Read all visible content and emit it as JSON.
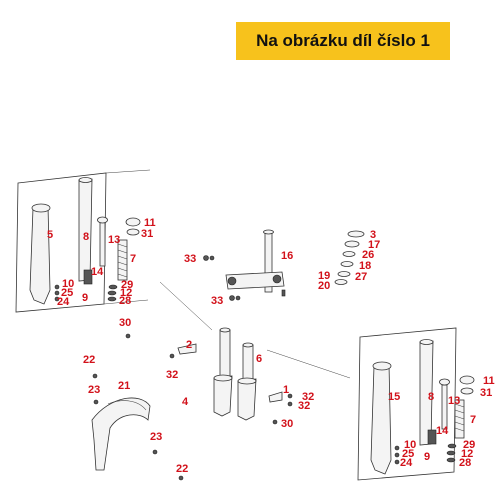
{
  "banner": {
    "text": "Na obrázku díl číslo 1"
  },
  "labels": {
    "l1": "1",
    "l2": "2",
    "l3": "3",
    "l4": "4",
    "l5": "5",
    "l6": "6",
    "l7": "7",
    "l8": "8",
    "l9": "9",
    "l10": "10",
    "l11": "11",
    "l12": "12",
    "l13": "13",
    "l14": "14",
    "l15": "15",
    "l16": "16",
    "l17": "17",
    "l18": "18",
    "l19": "19",
    "l20": "20",
    "l21": "21",
    "l22": "22",
    "l23": "23",
    "l24": "24",
    "l25": "25",
    "l26": "26",
    "l27": "27",
    "l28": "28",
    "l29": "29",
    "l30": "30",
    "l31": "31",
    "l32": "32",
    "l33": "33"
  },
  "colors": {
    "banner_bg": "#f7c21c",
    "label": "#d2111a"
  }
}
